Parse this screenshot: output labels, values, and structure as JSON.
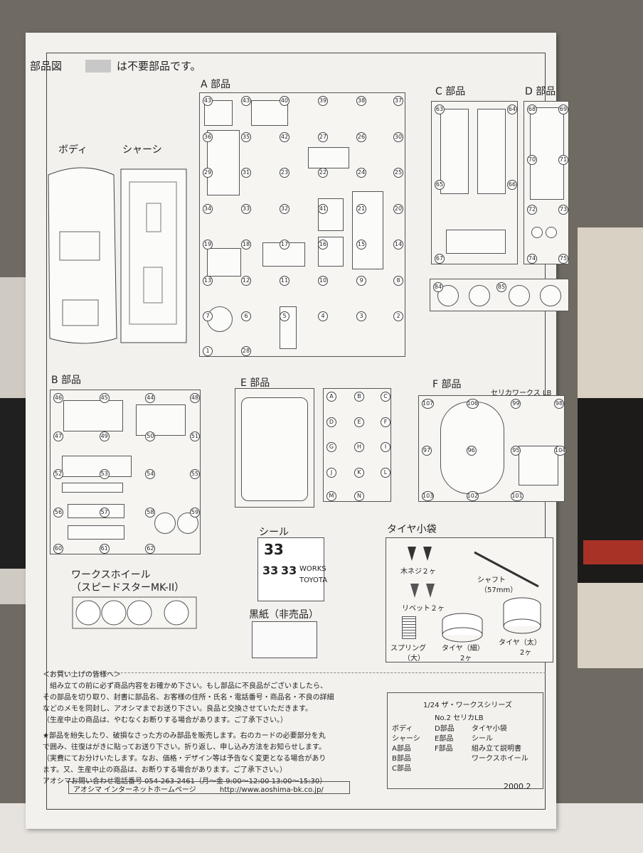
{
  "header": {
    "title": "部品図",
    "legend_text": "は不要部品です。"
  },
  "labels": {
    "a": "A 部品",
    "b": "B 部品",
    "c": "C 部品",
    "d": "D 部品",
    "e": "E 部品",
    "f": "F 部品",
    "body": "ボディ",
    "chassis": "シャーシ",
    "decal": "シール",
    "tire_bag": "タイヤ小袋",
    "works_wheel_1": "ワークスホイール",
    "works_wheel_2": "（スピードスターMK-II）",
    "black_paper": "黒紙（非売品）"
  },
  "tire_items": {
    "wood_screw": "木ネジ２ヶ",
    "shaft": "シャフト",
    "shaft_size": "（57mm）",
    "rivet": "リベット２ヶ",
    "spring": "スプリング",
    "spring_size": "（大）",
    "tire_thin": "タイヤ（細）",
    "tire_thin_qty": "2ヶ",
    "tire_thick": "タイヤ（太）",
    "tire_thick_qty": "2ヶ"
  },
  "f_sticker": "セリカワークス LB",
  "decal_text": {
    "n1": "33",
    "n2": "33",
    "n3": "33",
    "works": "WORKS",
    "toyota": "TOYOTA"
  },
  "notice": {
    "heading": "＜お買い上げの皆様へ＞",
    "p1_l1": "組み立ての前に必ず商品内容をお確かめ下さい。もし部品に不良品がございましたら、",
    "p1_l2": "その部品を切り取り、封書に部品名、お客様の住所・氏名・電話番号・商品名・不良の詳細",
    "p1_l3": "などのメモを同封し、アオシマまでお送り下さい。良品と交換させていただきます。",
    "p1_l4": "（生産中止の商品は、やむなくお断りする場合があります。ご了承下さい。）",
    "p2_l1": "★部品を紛失したり、破損なさった方のみ部品を販売します。右のカードの必要部分を丸",
    "p2_l2": "で囲み、往復はがきに貼ってお送り下さい。折り返し、申し込み方法をお知らせします。",
    "p2_l3": "（実費にてお分けいたします。なお、価格・デザイン等は予告なく変更となる場合があり",
    "p2_l4": "ます。又、生産中止の商品は、お断りする場合があります。ご了承下さい。）",
    "p2_l5": "アオシマお問い合わせ電話番号 054-263-2461（月〜金 9:00〜12:00 13:00〜15:30）"
  },
  "info_box": {
    "series": "1/24 ザ・ワークスシリーズ",
    "model": "No.2 セリカLB",
    "col1": [
      "ボディ",
      "シャーシ",
      "A部品",
      "B部品",
      "C部品"
    ],
    "col2": [
      "D部品",
      "E部品",
      "F部品"
    ],
    "col3": [
      "タイヤ小袋",
      "シール",
      "組み立て説明書",
      "ワークスホイール"
    ]
  },
  "footer": {
    "homepage_label": "アオシマ インターネットホームページ",
    "url": "http://www.aoshima-bk.co.jp/",
    "date": "2000.2"
  },
  "part_numbers": {
    "a": [
      "43",
      "43",
      "40",
      "39",
      "38",
      "37",
      "36",
      "35",
      "42",
      "27",
      "26",
      "30",
      "29",
      "31",
      "23",
      "22",
      "24",
      "25",
      "34",
      "33",
      "32",
      "41",
      "21",
      "20",
      "19",
      "18",
      "17",
      "16",
      "15",
      "14",
      "13",
      "12",
      "11",
      "10",
      "9",
      "8",
      "7",
      "6",
      "5",
      "4",
      "3",
      "2",
      "1",
      "28"
    ],
    "c": [
      "63",
      "64",
      "65",
      "66",
      "67"
    ],
    "d": [
      "68",
      "69",
      "70",
      "71",
      "72",
      "73",
      "74",
      "75"
    ],
    "wheel": [
      "84",
      "85"
    ],
    "b": [
      "46",
      "45",
      "44",
      "48",
      "47",
      "49",
      "50",
      "51",
      "52",
      "53",
      "54",
      "55",
      "56",
      "57",
      "58",
      "59",
      "60",
      "61",
      "62"
    ],
    "e": [
      "A",
      "B",
      "C",
      "D",
      "E",
      "F",
      "G",
      "H",
      "I",
      "J",
      "K",
      "L",
      "M",
      "N"
    ],
    "f": [
      "107",
      "106",
      "99",
      "98",
      "97",
      "96",
      "95",
      "104",
      "103",
      "102",
      "101"
    ]
  }
}
